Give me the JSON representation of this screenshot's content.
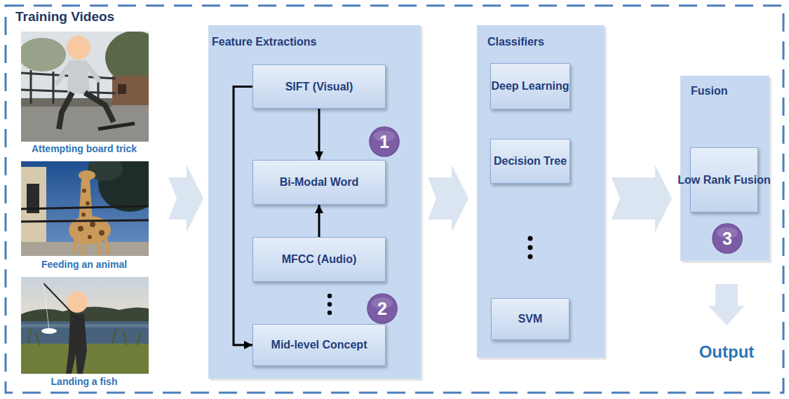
{
  "diagram": {
    "nodes": [
      {
        "text": [
          "Feature Extractions"
        ]
      },
      {
        "text": [
          "SIFT (Visual)"
        ],
        "in": 0
      },
      {
        "text": [
          "1"
        ],
        "in": 0
      },
      {
        "text": [
          "Bi-Modal Word"
        ],
        "in": 0
      },
      {
        "text": [
          "MFCC (Audio)"
        ],
        "in": 0
      },
      {
        "text": [
          "2"
        ],
        "in": 0
      },
      {
        "text": [
          "Mid-level Concept"
        ],
        "in": 0
      },
      {
        "text": [
          "Classifiers"
        ]
      },
      {
        "text": [
          "Deep Learning"
        ],
        "in": 7
      },
      {
        "text": [
          "Decision Tree"
        ],
        "in": 7
      },
      {
        "text": [
          "SVM"
        ],
        "in": 7
      },
      {
        "text": [
          "Fusion"
        ]
      },
      {
        "text": [
          "Low Rank Fusion"
        ],
        "in": 11
      },
      {
        "text": [
          "3"
        ],
        "in": 11
      }
    ],
    "edges": [
      {
        "from": 1,
        "to": 3,
        "arrow": "to"
      },
      {
        "from": 4,
        "to": 3,
        "arrow": "to"
      },
      {
        "from": 1,
        "to": 6,
        "arrow": "to"
      },
      {
        "from": 0,
        "to": 7,
        "arrow": "to"
      },
      {
        "from": 7,
        "to": 11,
        "arrow": "to"
      }
    ],
    "labels": [
      "Training Videos",
      "Attempting board trick",
      "Feeding an animal",
      "Landing a fish",
      "Output"
    ]
  }
}
